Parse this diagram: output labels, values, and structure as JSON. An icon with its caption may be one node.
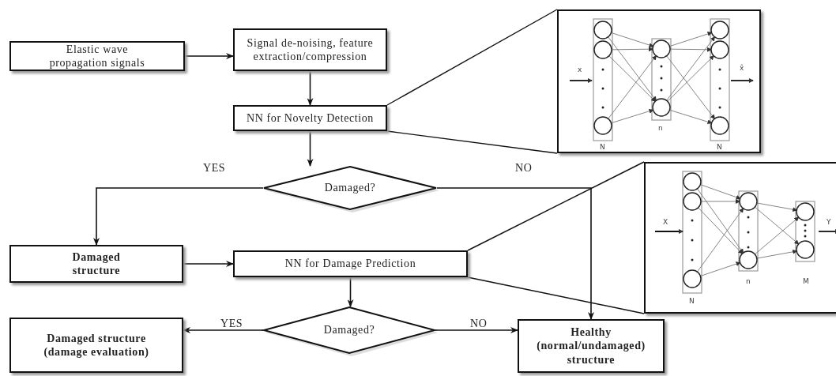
{
  "diagram": {
    "nodes": [
      {
        "text": [
          "Elastic wave propagation signals"
        ]
      },
      {
        "text": [
          "Signal de-noising, feature extraction/compression"
        ]
      },
      {
        "text": [
          "NN for Novelty Detection"
        ]
      },
      {
        "text": [
          "Damaged?"
        ]
      },
      {
        "text": [
          "Damaged structure"
        ]
      },
      {
        "text": [
          "NN for Damage Prediction"
        ]
      },
      {
        "text": [
          "Damaged?"
        ]
      },
      {
        "text": [
          "Damaged structure (damage evaluation)"
        ]
      },
      {
        "text": [
          "Healthy (normal/undamaged) structure"
        ]
      },
      {
        "text": [
          "x",
          "x̂",
          "N",
          "n",
          "N"
        ]
      },
      {
        "text": [
          "X",
          "Y",
          "N",
          "n",
          "M"
        ]
      }
    ],
    "edges": [
      {
        "from": 0,
        "to": 1,
        "arrow": "to"
      },
      {
        "from": 1,
        "to": 2,
        "arrow": "to"
      },
      {
        "from": 2,
        "to": 3,
        "arrow": "to"
      },
      {
        "from": 3,
        "to": 4,
        "arrow": "to",
        "label": "YES"
      },
      {
        "from": 3,
        "to": 8,
        "arrow": "to",
        "label": "NO"
      },
      {
        "from": 4,
        "to": 5,
        "arrow": "to"
      },
      {
        "from": 5,
        "to": 6,
        "arrow": "to"
      },
      {
        "from": 6,
        "to": 7,
        "arrow": "to",
        "label": "YES"
      },
      {
        "from": 6,
        "to": 8,
        "arrow": "to",
        "label": "NO"
      },
      {
        "from": 2,
        "to": 9,
        "arrow": "none"
      },
      {
        "from": 2,
        "to": 9,
        "arrow": "none"
      },
      {
        "from": 5,
        "to": 10,
        "arrow": "none"
      },
      {
        "from": 5,
        "to": 10,
        "arrow": "none"
      }
    ]
  }
}
